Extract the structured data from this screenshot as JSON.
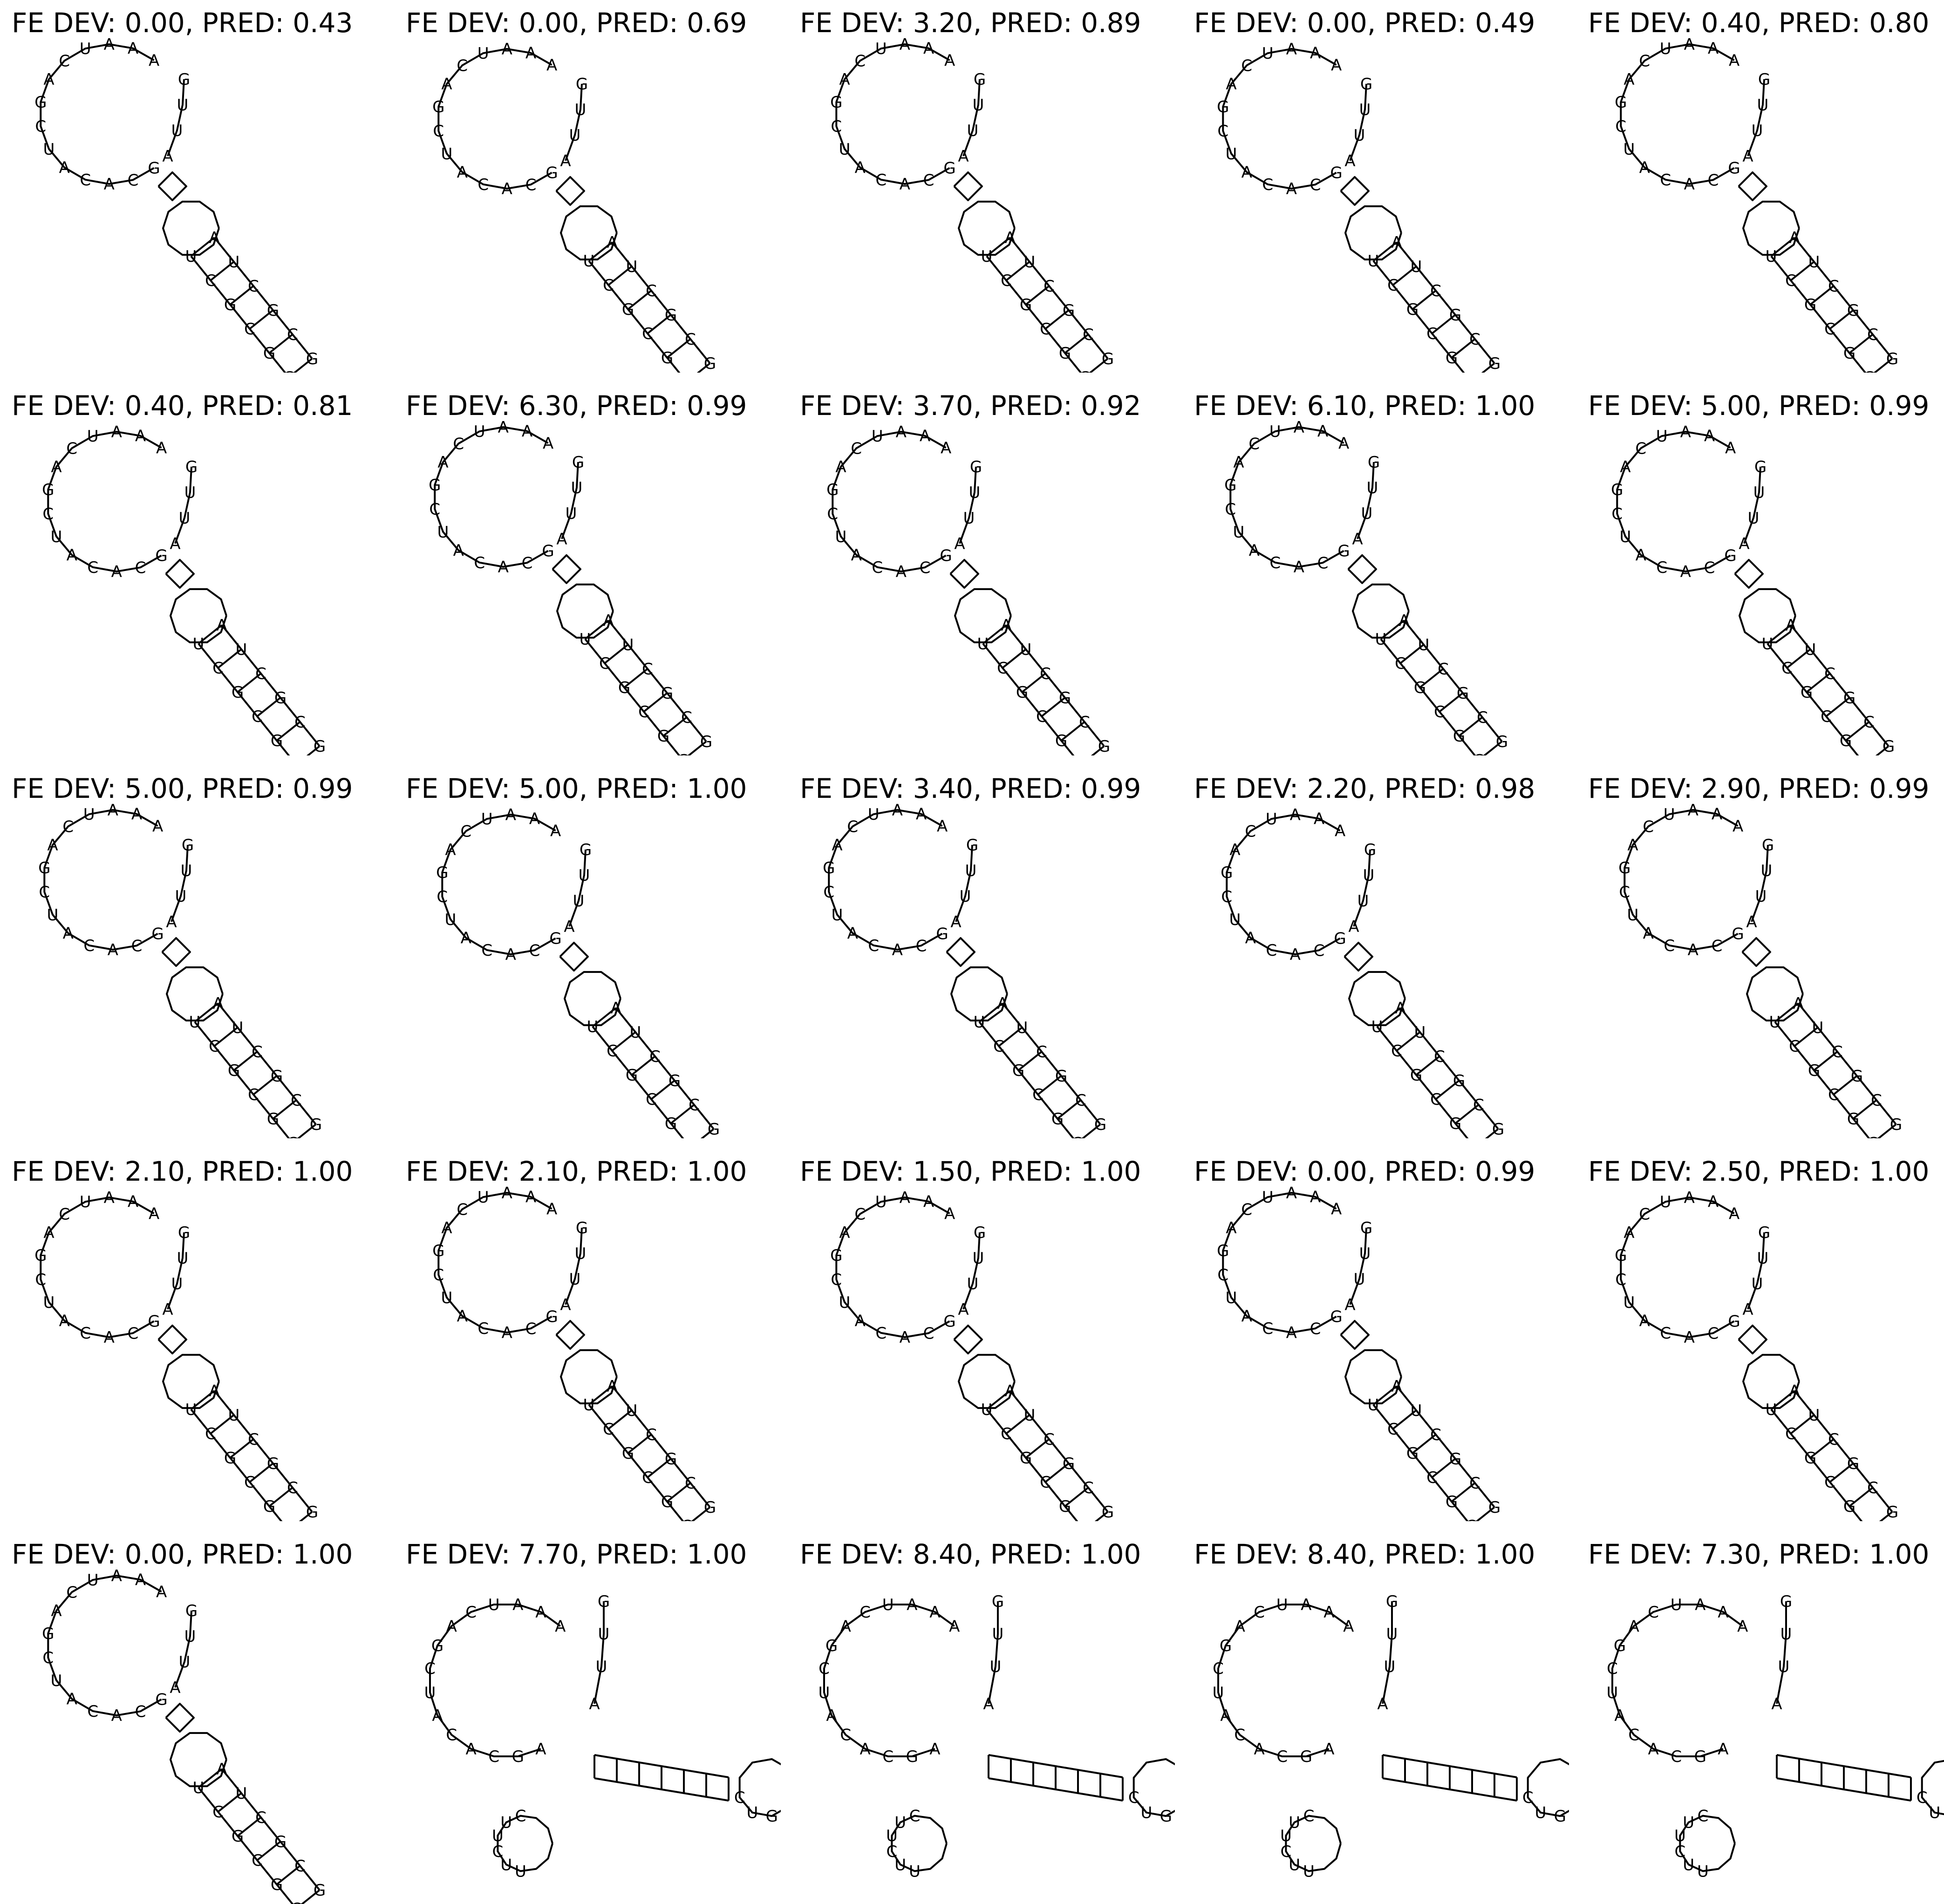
{
  "figure": {
    "rows": 5,
    "cols": 5,
    "line_color": "#000000",
    "background": "#ffffff"
  },
  "panels": [
    {
      "title": "FE DEV: 0.00, PRED: 0.43",
      "fe_dev": 0.0,
      "pred": 0.43,
      "variant": "hairpin"
    },
    {
      "title": "FE DEV: 0.00, PRED: 0.69",
      "fe_dev": 0.0,
      "pred": 0.69,
      "variant": "hairpin"
    },
    {
      "title": "FE DEV: 3.20, PRED: 0.89",
      "fe_dev": 3.2,
      "pred": 0.89,
      "variant": "hairpin"
    },
    {
      "title": "FE DEV: 0.00, PRED: 0.49",
      "fe_dev": 0.0,
      "pred": 0.49,
      "variant": "hairpin"
    },
    {
      "title": "FE DEV: 0.40, PRED: 0.80",
      "fe_dev": 0.4,
      "pred": 0.8,
      "variant": "hairpin"
    },
    {
      "title": "FE DEV: 0.40, PRED: 0.81",
      "fe_dev": 0.4,
      "pred": 0.81,
      "variant": "hairpin"
    },
    {
      "title": "FE DEV: 6.30, PRED: 0.99",
      "fe_dev": 6.3,
      "pred": 0.99,
      "variant": "hairpin"
    },
    {
      "title": "FE DEV: 3.70, PRED: 0.92",
      "fe_dev": 3.7,
      "pred": 0.92,
      "variant": "hairpin"
    },
    {
      "title": "FE DEV: 6.10, PRED: 1.00",
      "fe_dev": 6.1,
      "pred": 1.0,
      "variant": "hairpin"
    },
    {
      "title": "FE DEV: 5.00, PRED: 0.99",
      "fe_dev": 5.0,
      "pred": 0.99,
      "variant": "hairpin"
    },
    {
      "title": "FE DEV: 5.00, PRED: 0.99",
      "fe_dev": 5.0,
      "pred": 0.99,
      "variant": "hairpin"
    },
    {
      "title": "FE DEV: 5.00, PRED: 1.00",
      "fe_dev": 5.0,
      "pred": 1.0,
      "variant": "hairpin"
    },
    {
      "title": "FE DEV: 3.40, PRED: 0.99",
      "fe_dev": 3.4,
      "pred": 0.99,
      "variant": "hairpin"
    },
    {
      "title": "FE DEV: 2.20, PRED: 0.98",
      "fe_dev": 2.2,
      "pred": 0.98,
      "variant": "hairpin"
    },
    {
      "title": "FE DEV: 2.90, PRED: 0.99",
      "fe_dev": 2.9,
      "pred": 0.99,
      "variant": "hairpin"
    },
    {
      "title": "FE DEV: 2.10, PRED: 1.00",
      "fe_dev": 2.1,
      "pred": 1.0,
      "variant": "hairpin"
    },
    {
      "title": "FE DEV: 2.10, PRED: 1.00",
      "fe_dev": 2.1,
      "pred": 1.0,
      "variant": "hairpin"
    },
    {
      "title": "FE DEV: 1.50, PRED: 1.00",
      "fe_dev": 1.5,
      "pred": 1.0,
      "variant": "hairpin"
    },
    {
      "title": "FE DEV: 0.00, PRED: 0.99",
      "fe_dev": 0.0,
      "pred": 0.99,
      "variant": "hairpin"
    },
    {
      "title": "FE DEV: 2.50, PRED: 1.00",
      "fe_dev": 2.5,
      "pred": 1.0,
      "variant": "hairpin"
    },
    {
      "title": "FE DEV: 0.00, PRED: 1.00",
      "fe_dev": 0.0,
      "pred": 1.0,
      "variant": "hairpin"
    },
    {
      "title": "FE DEV: 7.70, PRED: 1.00",
      "fe_dev": 7.7,
      "pred": 1.0,
      "variant": "branched"
    },
    {
      "title": "FE DEV: 8.40, PRED: 1.00",
      "fe_dev": 8.4,
      "pred": 1.0,
      "variant": "branched"
    },
    {
      "title": "FE DEV: 8.40, PRED: 1.00",
      "fe_dev": 8.4,
      "pred": 1.0,
      "variant": "branched"
    },
    {
      "title": "FE DEV: 7.30, PRED: 1.00",
      "fe_dev": 7.3,
      "pred": 1.0,
      "variant": "branched"
    }
  ],
  "bases": {
    "loop": [
      "A",
      "A",
      "A",
      "U",
      "C",
      "A",
      "G",
      "C",
      "U",
      "A",
      "C",
      "A",
      "C",
      "G"
    ],
    "tail": [
      "G",
      "U",
      "U",
      "A"
    ],
    "stem_left": [
      "U",
      "C",
      "G",
      "C",
      "G",
      "C"
    ],
    "stem_right": [
      "A",
      "U",
      "C",
      "G",
      "C",
      "G"
    ],
    "hairpin_loop": [
      "U",
      "C",
      "G",
      "U",
      "C"
    ],
    "branch_loop": [
      "U",
      "U",
      "C",
      "U",
      "U",
      "C"
    ]
  }
}
